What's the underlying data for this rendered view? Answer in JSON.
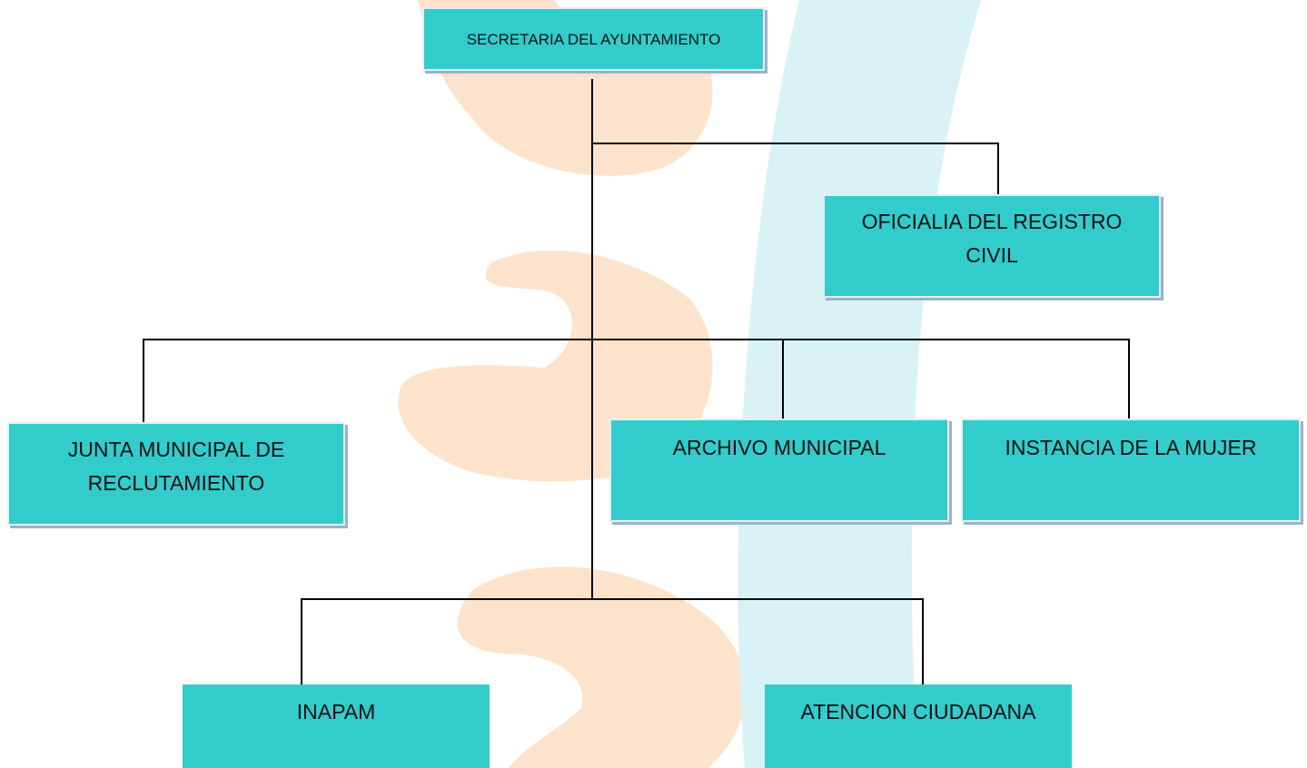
{
  "colors": {
    "box_fill": "#33CCCC",
    "connector_line": "#000000",
    "watermark_orange": "#FDE3CC",
    "watermark_teal": "#D9F2F6"
  },
  "diagram": {
    "type": "org-chart",
    "nodes": {
      "secretaria": {
        "label": "SECRETARIA DEL AYUNTAMIENTO"
      },
      "oficialia": {
        "label": "OFICIALIA DEL REGISTRO CIVIL",
        "parent": "secretaria"
      },
      "junta": {
        "label": "JUNTA MUNICIPAL DE RECLUTAMIENTO",
        "parent": "secretaria"
      },
      "archivo": {
        "label": "ARCHIVO MUNICIPAL",
        "parent": "secretaria"
      },
      "instancia": {
        "label": "INSTANCIA DE LA MUJER",
        "parent": "secretaria"
      },
      "inapam": {
        "label": "INAPAM",
        "parent": "secretaria"
      },
      "atencion": {
        "label": "ATENCION CIUDADANA",
        "parent": "secretaria"
      }
    }
  }
}
